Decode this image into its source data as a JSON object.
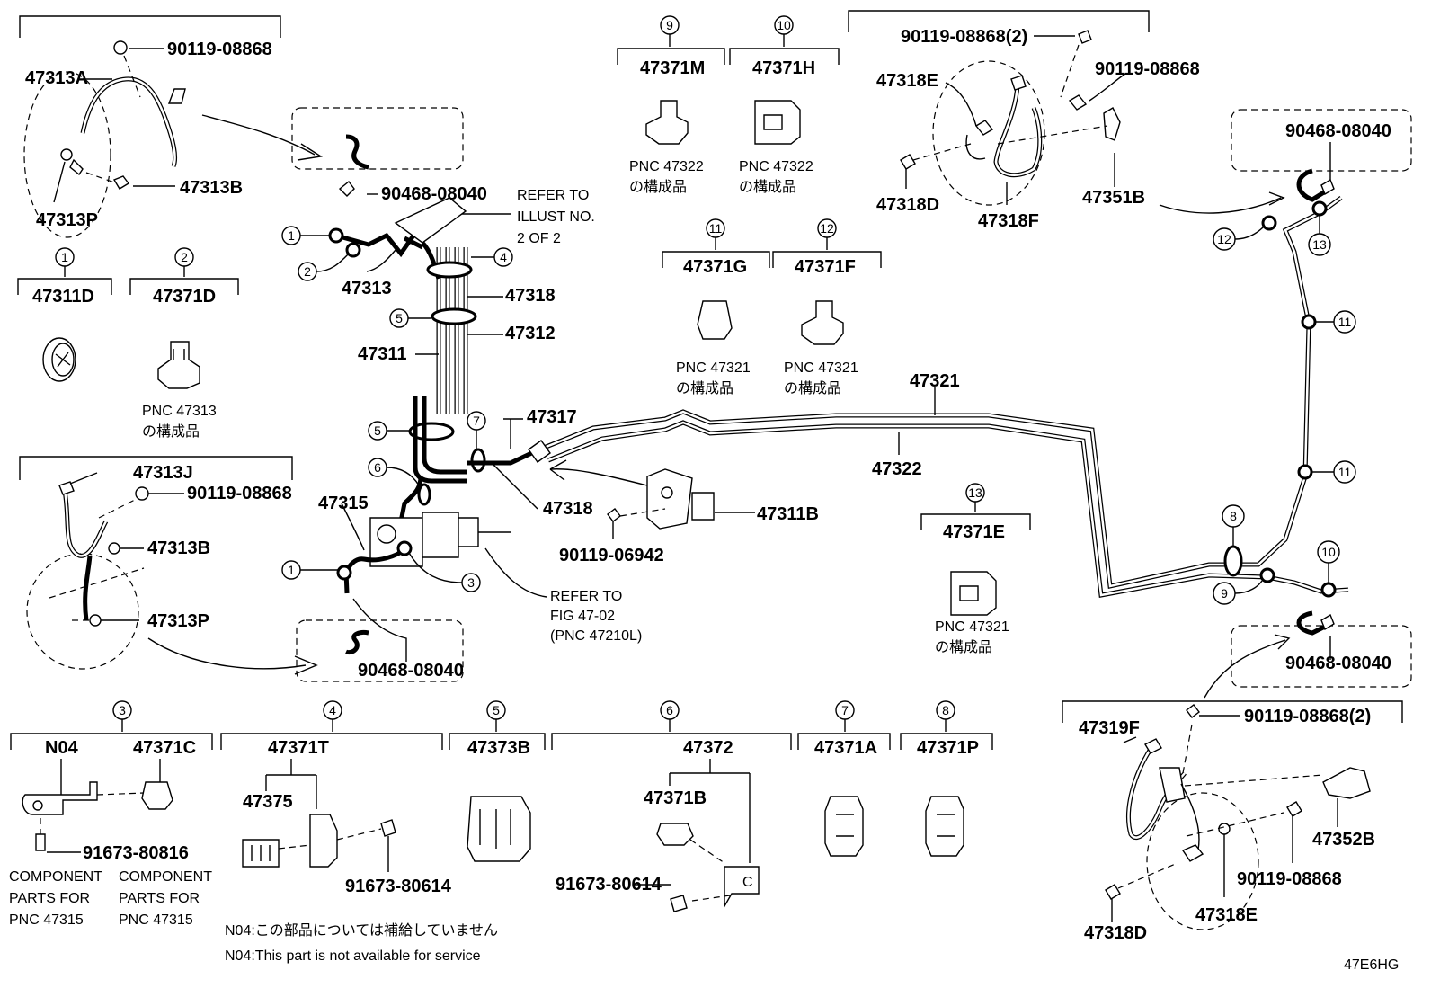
{
  "labels": {
    "p90119_08868_tl": "90119-08868",
    "p47313A": "47313A",
    "p47313B_tl": "47313B",
    "p47313P_tl": "47313P",
    "p47311D": "47311D",
    "p47371D": "47371D",
    "pnc47313": "PNC 47313",
    "kousei": "の構成品",
    "p47313J": "47313J",
    "p90119_08868_ml": "90119-08868",
    "p47313B_ml": "47313B",
    "p47313P_ml": "47313P",
    "p90468_top": "90468-08040",
    "refer_illust_1": "REFER TO",
    "refer_illust_2": "ILLUST NO.",
    "refer_illust_3": "2 OF 2",
    "p47313": "47313",
    "p47318_a": "47318",
    "p47312": "47312",
    "p47311": "47311",
    "p47315": "47315",
    "p47317": "47317",
    "p47318_b": "47318",
    "p47311B": "47311B",
    "p90119_06942": "90119-06942",
    "refer_fig_1": "REFER TO",
    "refer_fig_2": "FIG 47-02",
    "refer_fig_3": "(PNC 47210L)",
    "p90468_bottom": "90468-08040",
    "p47371M": "47371M",
    "p47371H": "47371H",
    "pnc47322": "PNC 47322",
    "p47371G": "47371G",
    "p47371F": "47371F",
    "pnc47321": "PNC 47321",
    "p47321": "47321",
    "p47322": "47322",
    "p47371E": "47371E",
    "p90119_08868_2_tr": "90119-08868(2)",
    "p90119_08868_tr": "90119-08868",
    "p47318E_tr": "47318E",
    "p47318D_tr": "47318D",
    "p47318F": "47318F",
    "p47351B": "47351B",
    "p90468_tr": "90468-08040",
    "p90468_br": "90468-08040",
    "p47319F": "47319F",
    "p90119_08868_2_br": "90119-08868(2)",
    "p47352B": "47352B",
    "p90119_08868_br": "90119-08868",
    "p47318D_br": "47318D",
    "p47318E_br": "47318E",
    "N04": "N04",
    "p47371C": "47371C",
    "p91673_80816": "91673-80816",
    "component_parts_for": "COMPONENT",
    "parts_for": "PARTS FOR",
    "pnc47315": "PNC 47315",
    "p47371T": "47371T",
    "p47375": "47375",
    "p91673_80614_a": "91673-80614",
    "p47373B": "47373B",
    "p47372": "47372",
    "p47371B": "47371B",
    "p91673_80614_b": "91673-80614",
    "p47371A": "47371A",
    "p47371P": "47371P",
    "note_jp": "N04:この部品については補給していません",
    "note_en": "N04:This part is not available for service",
    "diagram_code": "47E6HG"
  },
  "callouts": [
    "1",
    "2",
    "3",
    "4",
    "5",
    "6",
    "7",
    "8",
    "9",
    "10",
    "11",
    "12",
    "13"
  ]
}
